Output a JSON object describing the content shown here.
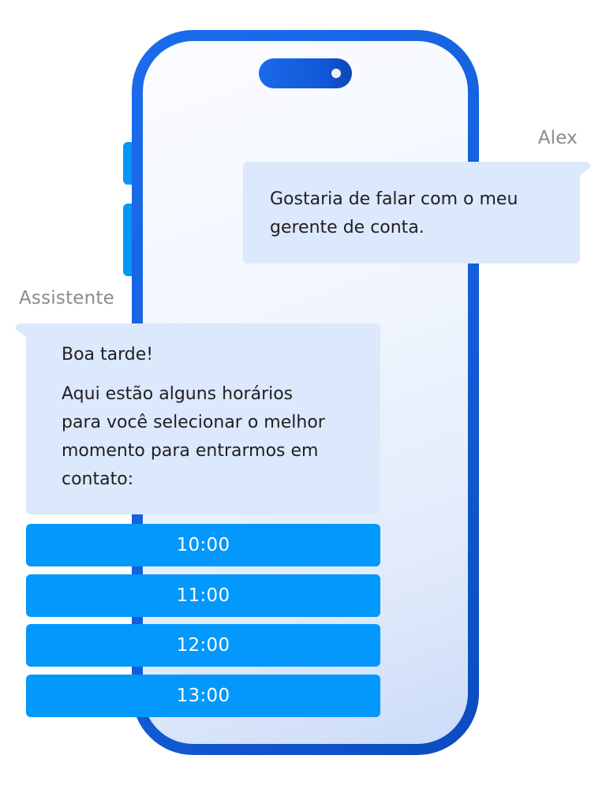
{
  "colors": {
    "phone_frame": "#1560de",
    "screen_top": "#fbfcff",
    "screen_bottom": "#cbdbf7",
    "bubble": "#dce8fb",
    "slot_button": "#0398fb",
    "sender_label": "#8b8b8b",
    "text": "#1f1f22"
  },
  "chat": {
    "user": {
      "name": "Alex",
      "message": "Gostaria de falar com o meu gerente de conta."
    },
    "assistant": {
      "name": "Assistente",
      "greeting": "Boa tarde!",
      "message": "Aqui estão alguns horários para você selecionar o melhor momento para entrarmos em contato:"
    },
    "time_slots": [
      {
        "label": "10:00"
      },
      {
        "label": "11:00"
      },
      {
        "label": "12:00"
      },
      {
        "label": "13:00"
      }
    ]
  }
}
